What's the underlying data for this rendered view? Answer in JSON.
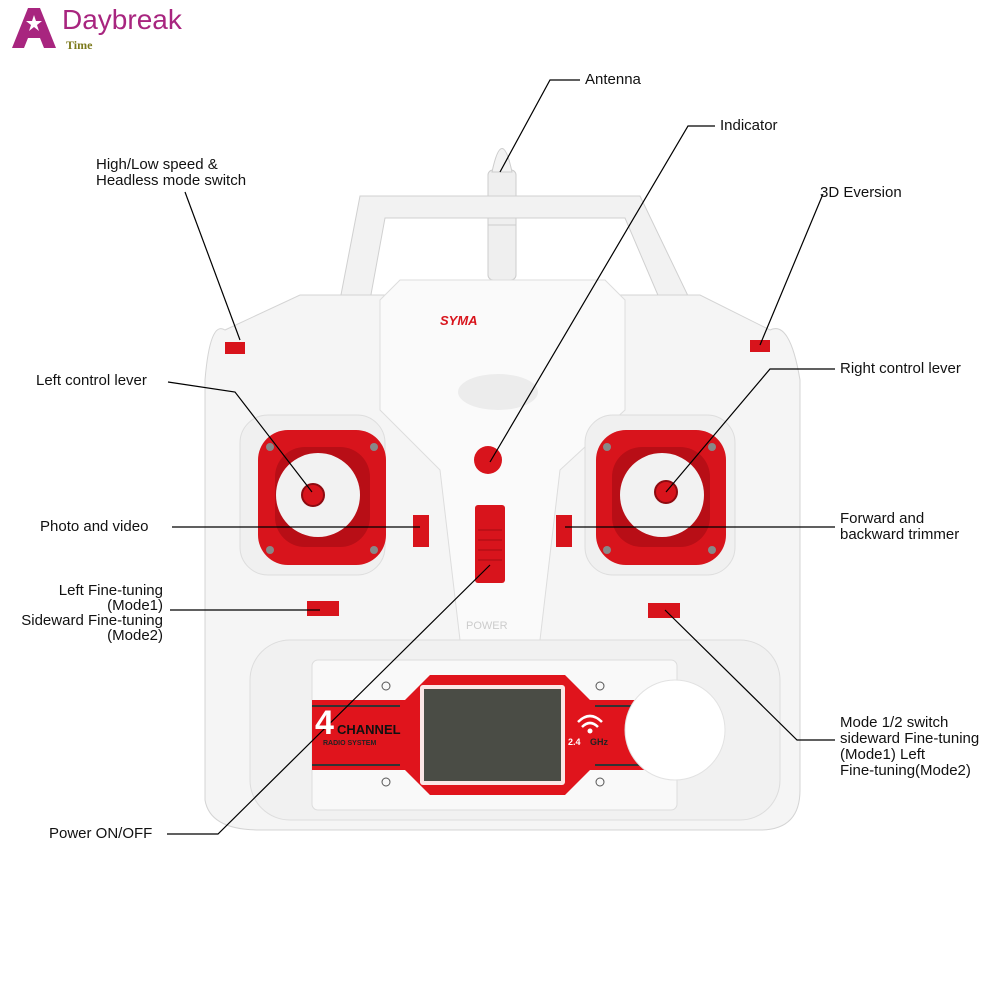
{
  "logo": {
    "name": "Daybreak",
    "sub": "Time"
  },
  "device": {
    "brand": "SYMA",
    "panel_number": "4",
    "panel_title": "CHANNEL",
    "panel_subtitle": "RADIO SYSTEM",
    "frequency_a": "2.4",
    "frequency_b": "GHz",
    "power_text": "POWER"
  },
  "labels": {
    "antenna": "Antenna",
    "indicator": "Indicator",
    "speed_switch_1": "High/Low speed &",
    "speed_switch_2": "Headless mode switch",
    "eversion": "3D Eversion",
    "left_lever": "Left control lever",
    "right_lever": "Right control lever",
    "photo_video": "Photo and video",
    "trimmer_1": "Forward and",
    "trimmer_2": "backward trimmer",
    "left_fine_1": "Left Fine-tuning",
    "left_fine_2": "(Mode1)",
    "left_fine_3": "Sideward Fine-tuning",
    "left_fine_4": "(Mode2)",
    "mode_switch_1": "Mode 1/2 switch",
    "mode_switch_2": "sideward Fine-tuning",
    "mode_switch_3": "(Mode1) Left",
    "mode_switch_4": "Fine-tuning(Mode2)",
    "power": "Power ON/OFF"
  },
  "colors": {
    "accent": "#d8141c",
    "logo": "#a8257f",
    "body": "#f4f4f4"
  }
}
